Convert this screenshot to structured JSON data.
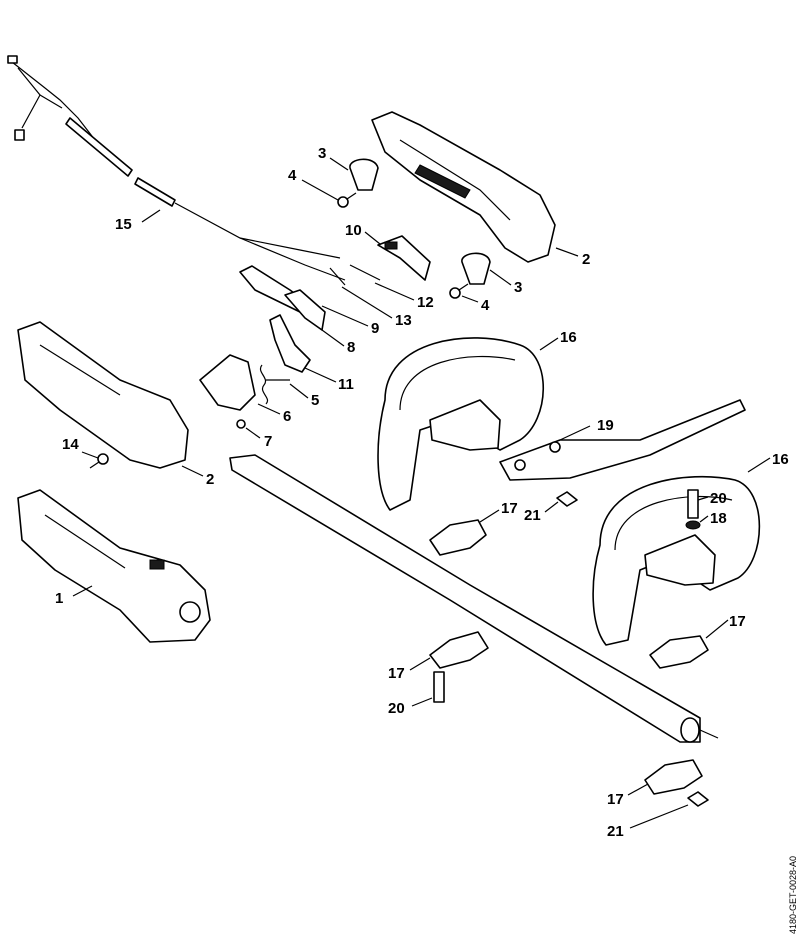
{
  "document_id": "4180-GET-0028-A0",
  "callouts": [
    {
      "id": "c1",
      "label": "1"
    },
    {
      "id": "c2a",
      "label": "2"
    },
    {
      "id": "c2b",
      "label": "2"
    },
    {
      "id": "c3a",
      "label": "3"
    },
    {
      "id": "c3b",
      "label": "3"
    },
    {
      "id": "c4a",
      "label": "4"
    },
    {
      "id": "c4b",
      "label": "4"
    },
    {
      "id": "c5",
      "label": "5"
    },
    {
      "id": "c6",
      "label": "6"
    },
    {
      "id": "c7",
      "label": "7"
    },
    {
      "id": "c8",
      "label": "8"
    },
    {
      "id": "c9",
      "label": "9"
    },
    {
      "id": "c10",
      "label": "10"
    },
    {
      "id": "c11",
      "label": "11"
    },
    {
      "id": "c12",
      "label": "12"
    },
    {
      "id": "c13",
      "label": "13"
    },
    {
      "id": "c14",
      "label": "14"
    },
    {
      "id": "c15",
      "label": "15"
    },
    {
      "id": "c16a",
      "label": "16"
    },
    {
      "id": "c16b",
      "label": "16"
    },
    {
      "id": "c17a",
      "label": "17"
    },
    {
      "id": "c17b",
      "label": "17"
    },
    {
      "id": "c17c",
      "label": "17"
    },
    {
      "id": "c17d",
      "label": "17"
    },
    {
      "id": "c18",
      "label": "18"
    },
    {
      "id": "c19",
      "label": "19"
    },
    {
      "id": "c20a",
      "label": "20"
    },
    {
      "id": "c20b",
      "label": "20"
    },
    {
      "id": "c21a",
      "label": "21"
    },
    {
      "id": "c21b",
      "label": "21"
    }
  ]
}
